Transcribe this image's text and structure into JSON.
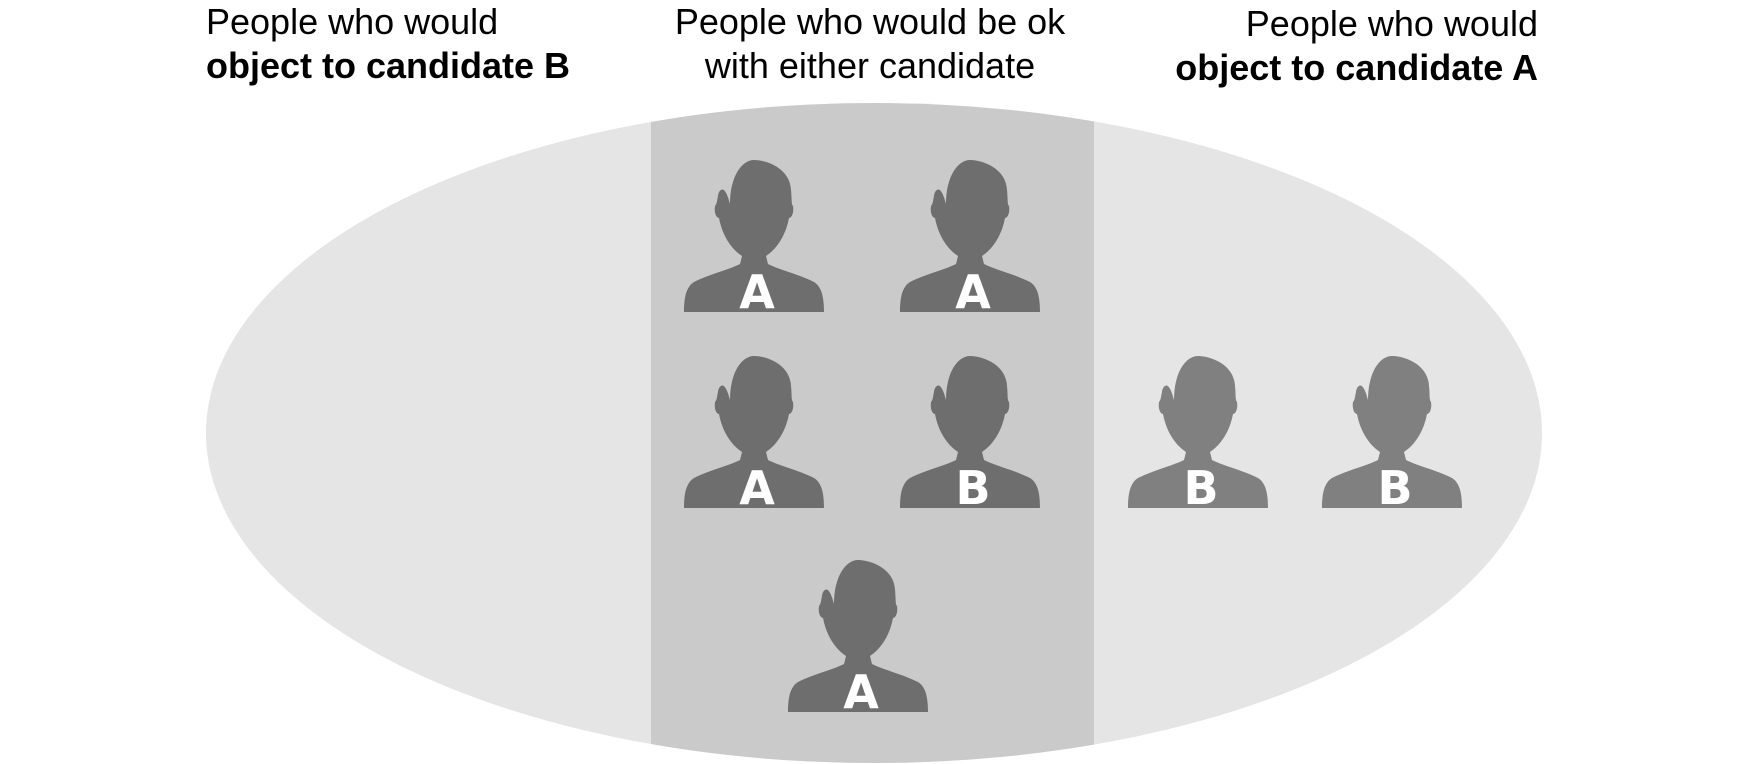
{
  "headers": {
    "left": {
      "line1": "People who would",
      "line2": "object to candidate B"
    },
    "middle": {
      "line1": "People who would be ok",
      "line2": "with either candidate"
    },
    "right": {
      "line1": "People who would",
      "line2": "object to candidate A"
    }
  },
  "groups": {
    "object_to_b": {
      "people": []
    },
    "ok_either": {
      "people": [
        {
          "letter": "A"
        },
        {
          "letter": "A"
        },
        {
          "letter": "A"
        },
        {
          "letter": "B"
        },
        {
          "letter": "A"
        }
      ]
    },
    "object_to_a": {
      "people": [
        {
          "letter": "B"
        },
        {
          "letter": "B"
        }
      ]
    }
  },
  "colors": {
    "ellipse_light": "#e5e5e5",
    "middle_band": "#cacaca",
    "person_middle": "#6e6e6e",
    "person_right": "#808080",
    "letter": "#ffffff"
  },
  "icons": {
    "person": "person-silhouette-icon"
  }
}
